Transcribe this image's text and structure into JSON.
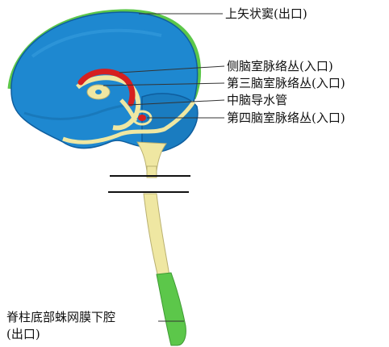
{
  "labels": {
    "superior_sagittal_sinus": "上矢状窦(出口)",
    "lateral_ventricle_plexus": "侧脑室脉络丛(入口)",
    "third_ventricle_plexus": "第三脑室脉络丛(入口)",
    "cerebral_aqueduct": "中脑导水管",
    "fourth_ventricle_plexus": "第四脑室脉络丛(入口)",
    "spinal_subarachnoid_line1": "脊柱底部蛛网膜下腔",
    "spinal_subarachnoid_line2": "(出口)"
  },
  "colors": {
    "brain_blue": "#1e88d0",
    "brain_blue_dark": "#0f5e9e",
    "csf_cream": "#efe7a2",
    "plexus_red": "#d62020",
    "outlet_green": "#5cc74a",
    "leader_line": "#333333"
  }
}
